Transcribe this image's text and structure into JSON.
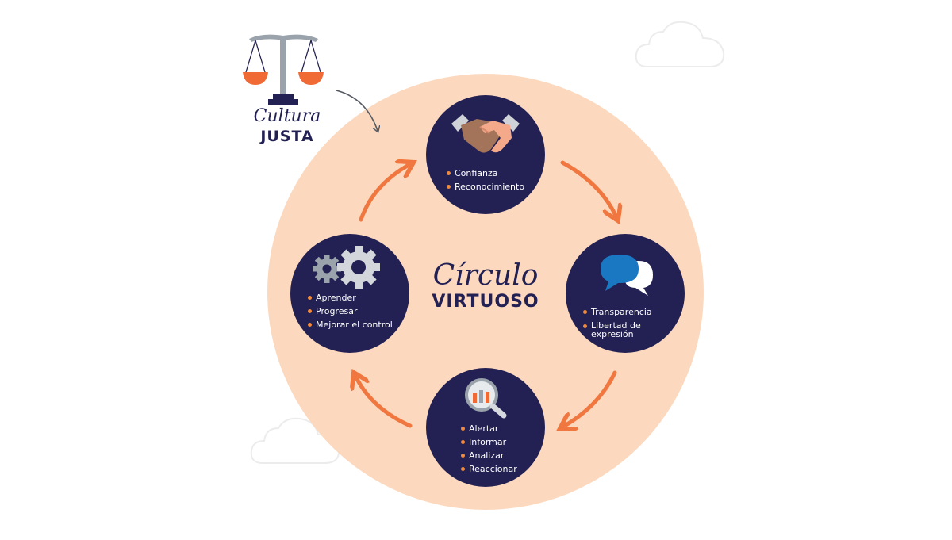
{
  "center": {
    "script": "Círculo",
    "bold": "VIRTUOSO"
  },
  "cultura": {
    "script": "Cultura",
    "bold": "JUSTA"
  },
  "nodes": {
    "top": {
      "icon": "handshake-icon",
      "items": [
        "Confianza",
        "Reconocimiento"
      ]
    },
    "right": {
      "icon": "speech-bubbles-icon",
      "items": [
        "Transparencia",
        "Libertad de expresión"
      ]
    },
    "bottom": {
      "icon": "magnifier-chart-icon",
      "items": [
        "Alertar",
        "Informar",
        "Analizar",
        "Reaccionar"
      ]
    },
    "left": {
      "icon": "gears-icon",
      "items": [
        "Aprender",
        "Progresar",
        "Mejorar el control"
      ]
    }
  },
  "colors": {
    "navy": "#232153",
    "peach": "#fcd9be",
    "orange": "#f28a3b",
    "scale_pan": "#f06a35",
    "scale_post": "#9aa3ab"
  }
}
